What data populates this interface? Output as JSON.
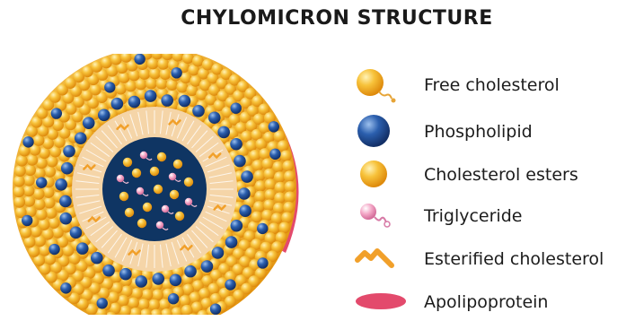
{
  "title": "CHYLOMICRON STRUCTURE",
  "legend": [
    {
      "label": "Free cholesterol",
      "icon": "free-cholesterol-icon"
    },
    {
      "label": "Phospholipid",
      "icon": "phospholipid-icon"
    },
    {
      "label": "Cholesterol esters",
      "icon": "cholesterol-ester-icon"
    },
    {
      "label": "Triglyceride",
      "icon": "triglyceride-icon"
    },
    {
      "label": "Esterified cholesterol",
      "icon": "esterified-cholesterol-icon"
    },
    {
      "label": "Apolipoprotein",
      "icon": "apolipoprotein-icon"
    }
  ],
  "colors": {
    "shell_orange": "#f6b62a",
    "shell_orange_dark": "#e08f10",
    "phospholipid_blue": "#1f4f9a",
    "core_navy": "#0f3563",
    "interior_peach": "#f7d9b0",
    "triglyceride_pink": "#f2a7c4",
    "apolipoprotein_red": "#e34a6c",
    "esterified_orange": "#f1a02a"
  }
}
